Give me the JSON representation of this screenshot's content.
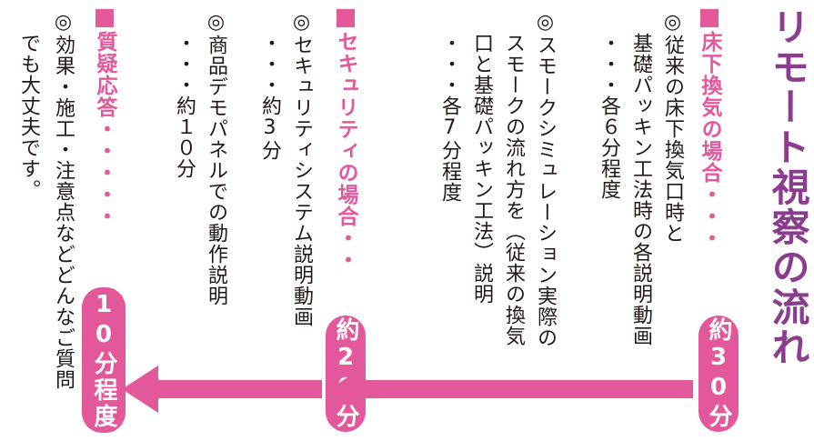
{
  "colors": {
    "accent": "#e3589a",
    "title": "#8a3c8f",
    "text": "#231815",
    "arrow": "#e3589a"
  },
  "title": "リモート視察の流れ",
  "sections": [
    {
      "heading": "床下換気の場合・・・",
      "duration": "約30分",
      "lines": [
        "◎従来の床下換気口時と",
        "基礎パッキン工法時の各説明動画",
        "・・・各６分程度",
        "◎スモークシミュレーション実際の",
        "スモークの流れ方を（従来の換気",
        "口と基礎パッキン工法）説明",
        "・・・各7分程度"
      ]
    },
    {
      "heading": "セキュリティの場合・・",
      "duration": "約20分",
      "lines": [
        "◎セキュリティシステム説明動画",
        "・・・約3分",
        "◎商品デモパネルでの動作説明",
        "・・・約１０分"
      ]
    },
    {
      "heading": "質疑応答・・・・・",
      "duration": "10分程度",
      "lines": [
        "◎効果・施工・注意点などどんなご質問",
        "でも大丈夫です。"
      ]
    }
  ]
}
